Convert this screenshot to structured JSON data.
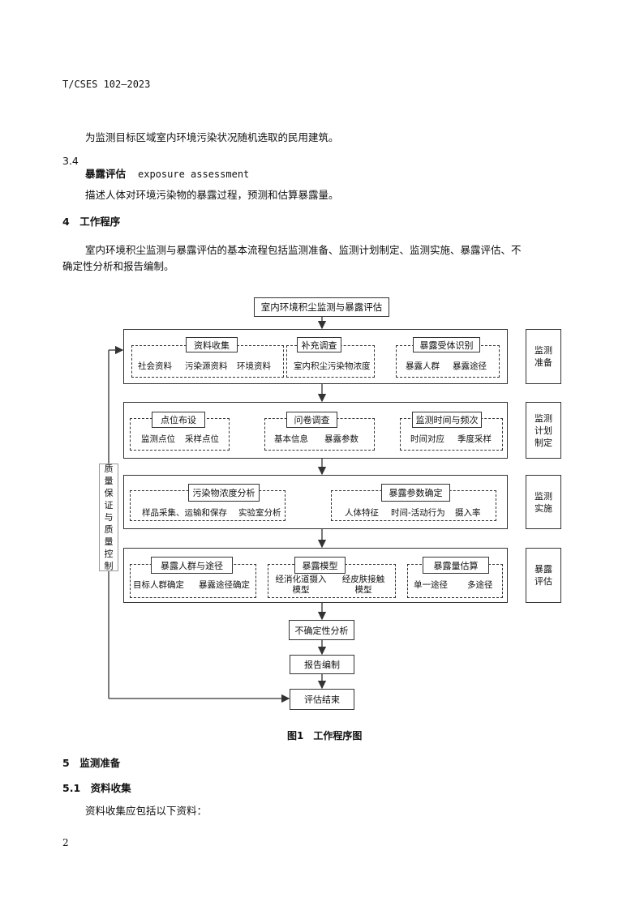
{
  "header": "T/CSES 102—2023",
  "para_3_3_def": "为监测目标区域室内环境污染状况随机选取的民用建筑。",
  "sec_3_4": {
    "num": "3.4",
    "term": "暴露评估",
    "term_en": "exposure assessment",
    "definition": "描述人体对环境污染物的暴露过程，预测和估算暴露量。"
  },
  "sec_4": {
    "title": "4　工作程序",
    "para_line1": "室内环境积尘监测与暴露评估的基本流程包括监测准备、监测计划制定、监测实施、暴露评估、不",
    "para_line2": "确定性分析和报告编制。"
  },
  "flow": {
    "top": "室内环境积尘监测与暴露评估",
    "qa": "质量保证与质量控制",
    "stage1": {
      "side": "监测准备",
      "groups": [
        {
          "title": "资料收集",
          "items": [
            "社会资料",
            "污染源资料",
            "环境资料"
          ]
        },
        {
          "title": "补充调查",
          "items": [
            "室内积尘污染物浓度"
          ]
        },
        {
          "title": "暴露受体识别",
          "items": [
            "暴露人群",
            "暴露途径"
          ]
        }
      ]
    },
    "stage2": {
      "side": "监测计划制定",
      "groups": [
        {
          "title": "点位布设",
          "items": [
            "监测点位",
            "采样点位"
          ]
        },
        {
          "title": "问卷调查",
          "items": [
            "基本信息",
            "暴露参数"
          ]
        },
        {
          "title": "监测时间与频次",
          "items": [
            "时间对应",
            "季度采样"
          ]
        }
      ]
    },
    "stage3": {
      "side": "监测实施",
      "groups": [
        {
          "title": "污染物浓度分析",
          "items": [
            "样品采集、运输和保存",
            "实验室分析"
          ]
        },
        {
          "title": "暴露参数确定",
          "items": [
            "人体特征",
            "时间-活动行为",
            "摄入率"
          ]
        }
      ]
    },
    "stage4": {
      "side": "暴露评估",
      "groups": [
        {
          "title": "暴露人群与途径",
          "items": [
            "目标人群确定",
            "暴露途径确定"
          ]
        },
        {
          "title": "暴露模型",
          "items": [
            "经消化道摄入模型",
            "经皮肤接触模型"
          ]
        },
        {
          "title": "暴露量估算",
          "items": [
            "单一途径",
            "多途径"
          ]
        }
      ]
    },
    "uncertainty": "不确定性分析",
    "report": "报告编制",
    "end": "评估结束"
  },
  "figure_caption": "图1　工作程序图",
  "sec_5": {
    "title": "5　监测准备",
    "sub": "5.1　资料收集",
    "para": "资料收集应包括以下资料："
  },
  "page_number": "2"
}
